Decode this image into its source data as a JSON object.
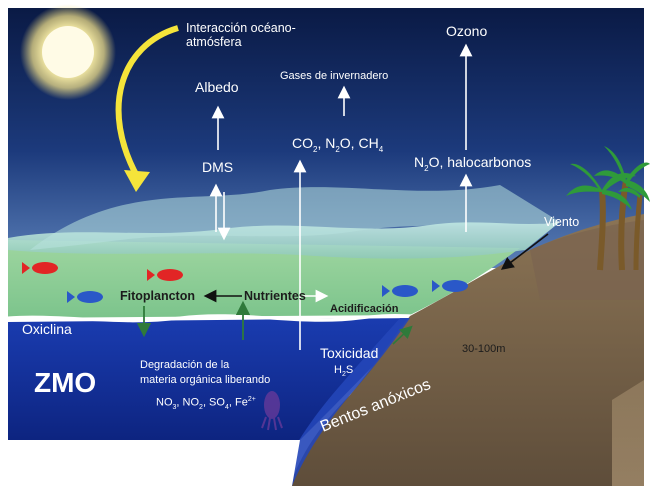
{
  "labels": {
    "interaction": [
      "Interacción océano-",
      "atmósfera"
    ],
    "ozone": "Ozono",
    "albedo": "Albedo",
    "greenhouse": "Gases de invernadero",
    "dms": "DMS",
    "co2": {
      "t1": "CO",
      "s1": "2",
      "t2": ", N",
      "s2": "2",
      "t3": "O, CH",
      "s3": "4"
    },
    "n2o": {
      "t1": "N",
      "s1": "2",
      "t2": "O, halocarbonos"
    },
    "wind": "Viento",
    "phyto": "Fitoplancton",
    "nutrients": "Nutrientes",
    "acid": "Acidificación",
    "oxycline": "Oxiclina",
    "toxicity": "Toxicidad",
    "h2s": {
      "t1": "H",
      "s1": "2",
      "t2": "S"
    },
    "depth": "30-100m",
    "degradation": [
      "Degradación de la",
      "materia orgánica liberando"
    ],
    "chem": {
      "t1": "NO",
      "s1": "3",
      "t2": ", NO",
      "s2": "2",
      "t3": ", SO",
      "s3": "4",
      "t4": ", Fe",
      "s4": "2+"
    },
    "zmo": "ZMO",
    "benthos": "Bentos anóxicos"
  },
  "colors": {
    "sky_top": "#0a1a45",
    "sky_bottom": "#4f73b0",
    "ocean_deep": "#1430a0",
    "surface_water": "#a8d8d0",
    "seafloor": "#7a6a55",
    "sun": "#fff7c0",
    "arrow_yellow": "#f5e43a",
    "fish_red": "#e22525",
    "fish_blue": "#2a58c8"
  }
}
